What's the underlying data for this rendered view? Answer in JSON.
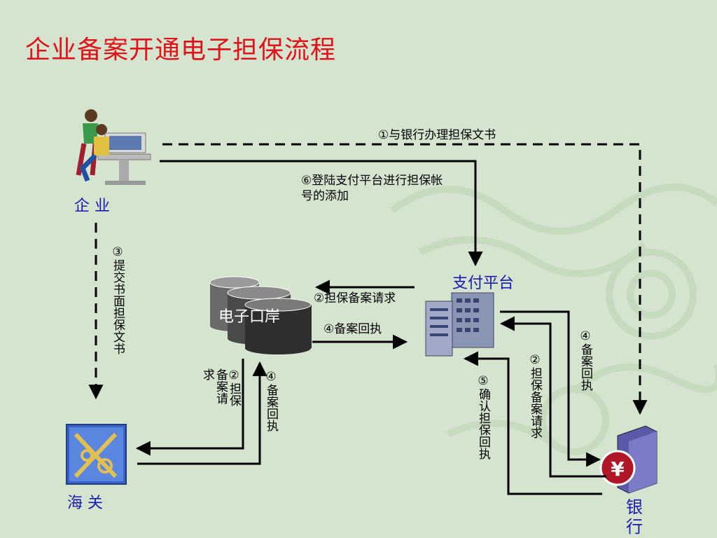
{
  "title": "企业备案开通电子担保流程",
  "nodes": {
    "enterprise": "企  业",
    "customs": "海  关",
    "eport": "电子口岸",
    "payment": "支付平台",
    "bank": "银行"
  },
  "steps": {
    "s1": "①与银行办理担保文书",
    "s6": "⑥登陆支付平台进行担保帐号的添加",
    "s3": "③提交书面担保文书",
    "s2_eport": "②担保备案请求",
    "s4_eport": "④备案回执",
    "s2_customs": "②担保备案请求",
    "s4_customs": "④备案回执",
    "s5": "⑤确认担保回执",
    "s2_bank": "②担保备案请求",
    "s4_bank": "④备案回执"
  },
  "colors": {
    "background": "#d4e4cf",
    "title": "#e0121a",
    "node_label": "#1a1ab0",
    "arrow": "#000000"
  }
}
